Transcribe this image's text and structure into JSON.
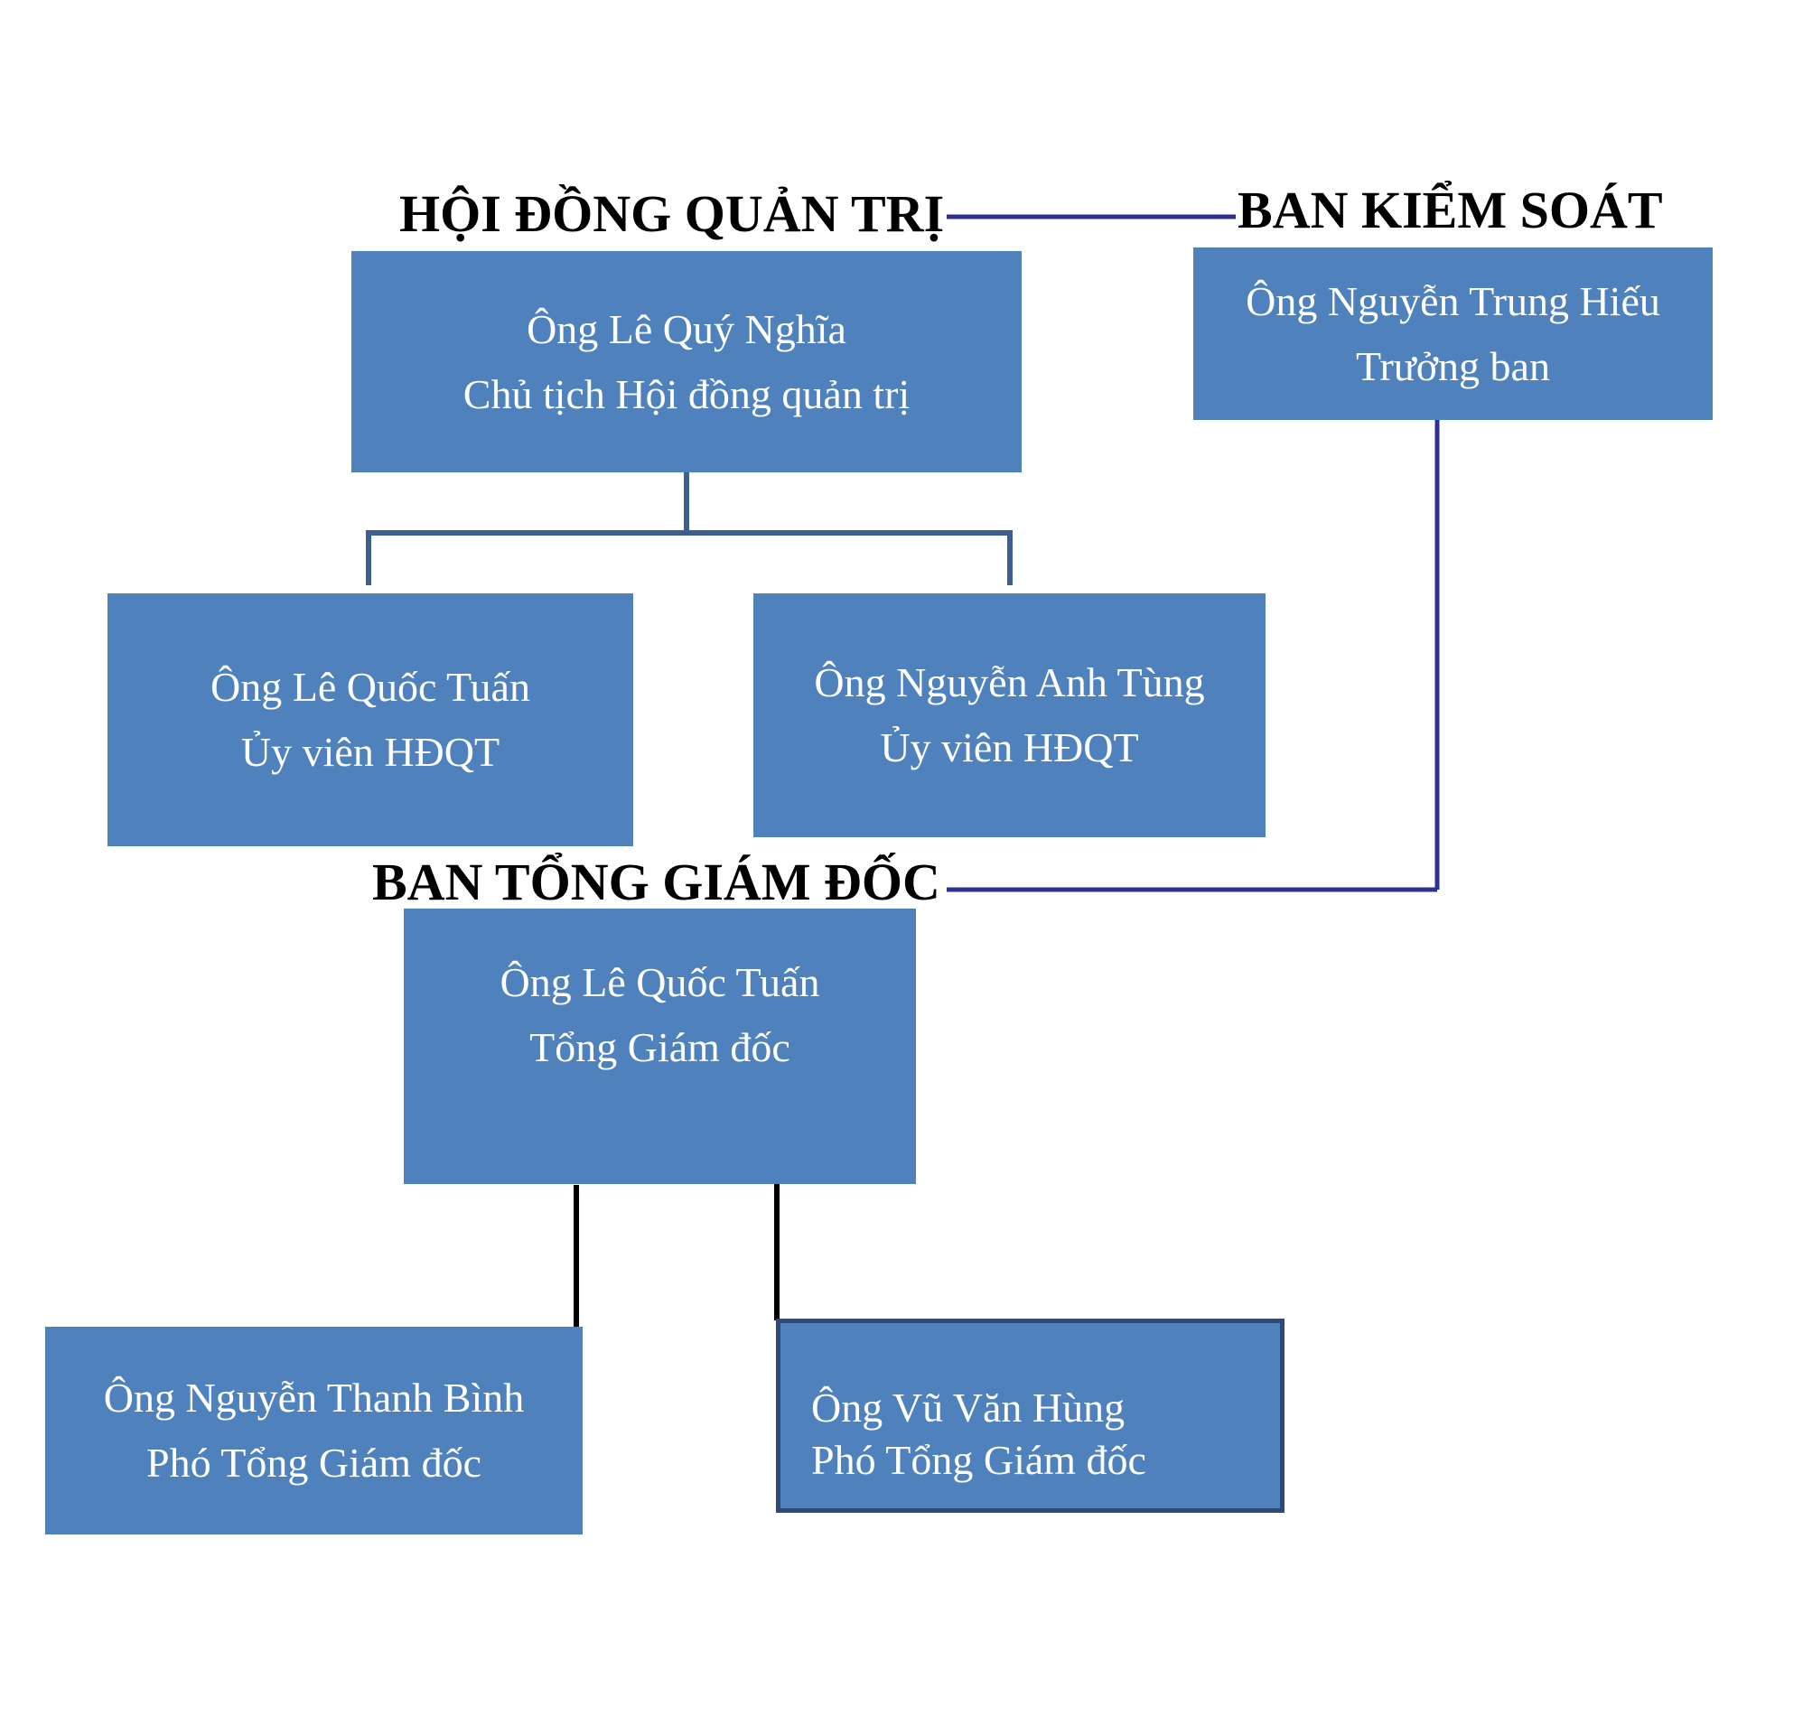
{
  "colors": {
    "box_fill": "#4f81bd",
    "box_text": "#ffffff",
    "connector_navy": "#2e3192",
    "connector_steel": "#3d5f8e",
    "connector_black": "#000000"
  },
  "headings": {
    "board": "HỘI ĐỒNG QUẢN TRỊ",
    "supervisory": "BAN KIỂM SOÁT",
    "executive": "BAN TỔNG GIÁM ĐỐC"
  },
  "boxes": {
    "chairman": {
      "name": "Ông Lê Quý Nghĩa",
      "title": "Chủ tịch Hội đồng quản trị"
    },
    "supervisor": {
      "name": "Ông Nguyễn Trung Hiếu",
      "title": "Trưởng ban"
    },
    "member_1": {
      "name": "Ông Lê Quốc Tuấn",
      "title": "Ủy viên HĐQT"
    },
    "member_2": {
      "name": "Ông Nguyễn Anh Tùng",
      "title": "Ủy viên HĐQT"
    },
    "ceo": {
      "name": "Ông Lê Quốc Tuấn",
      "title": "Tổng Giám đốc"
    },
    "deputy_1": {
      "name": "Ông Nguyễn Thanh Bình",
      "title": "Phó Tổng Giám đốc"
    },
    "deputy_2": {
      "name": "Ông Vũ Văn Hùng",
      "title": "Phó Tổng Giám đốc"
    }
  }
}
